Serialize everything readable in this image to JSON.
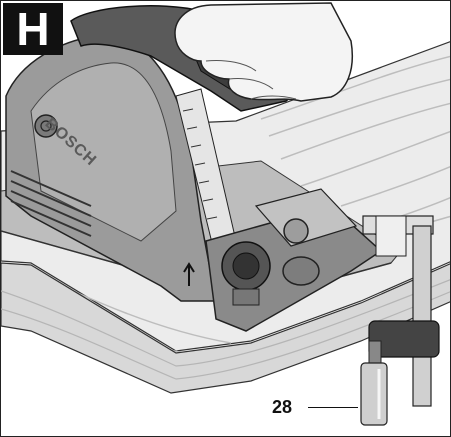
{
  "figure": {
    "panel_letter": "H",
    "brand": "BOSCH",
    "callouts": [
      {
        "label": "28"
      }
    ]
  },
  "colors": {
    "badge": "#111111",
    "wood": "#e9e9e9",
    "machine": "#8f8f8f",
    "machine_dark": "#4a4a4a",
    "glove": "#f2f2f2"
  },
  "icons": [
    "arrow-up-icon",
    "bosch-logo"
  ]
}
